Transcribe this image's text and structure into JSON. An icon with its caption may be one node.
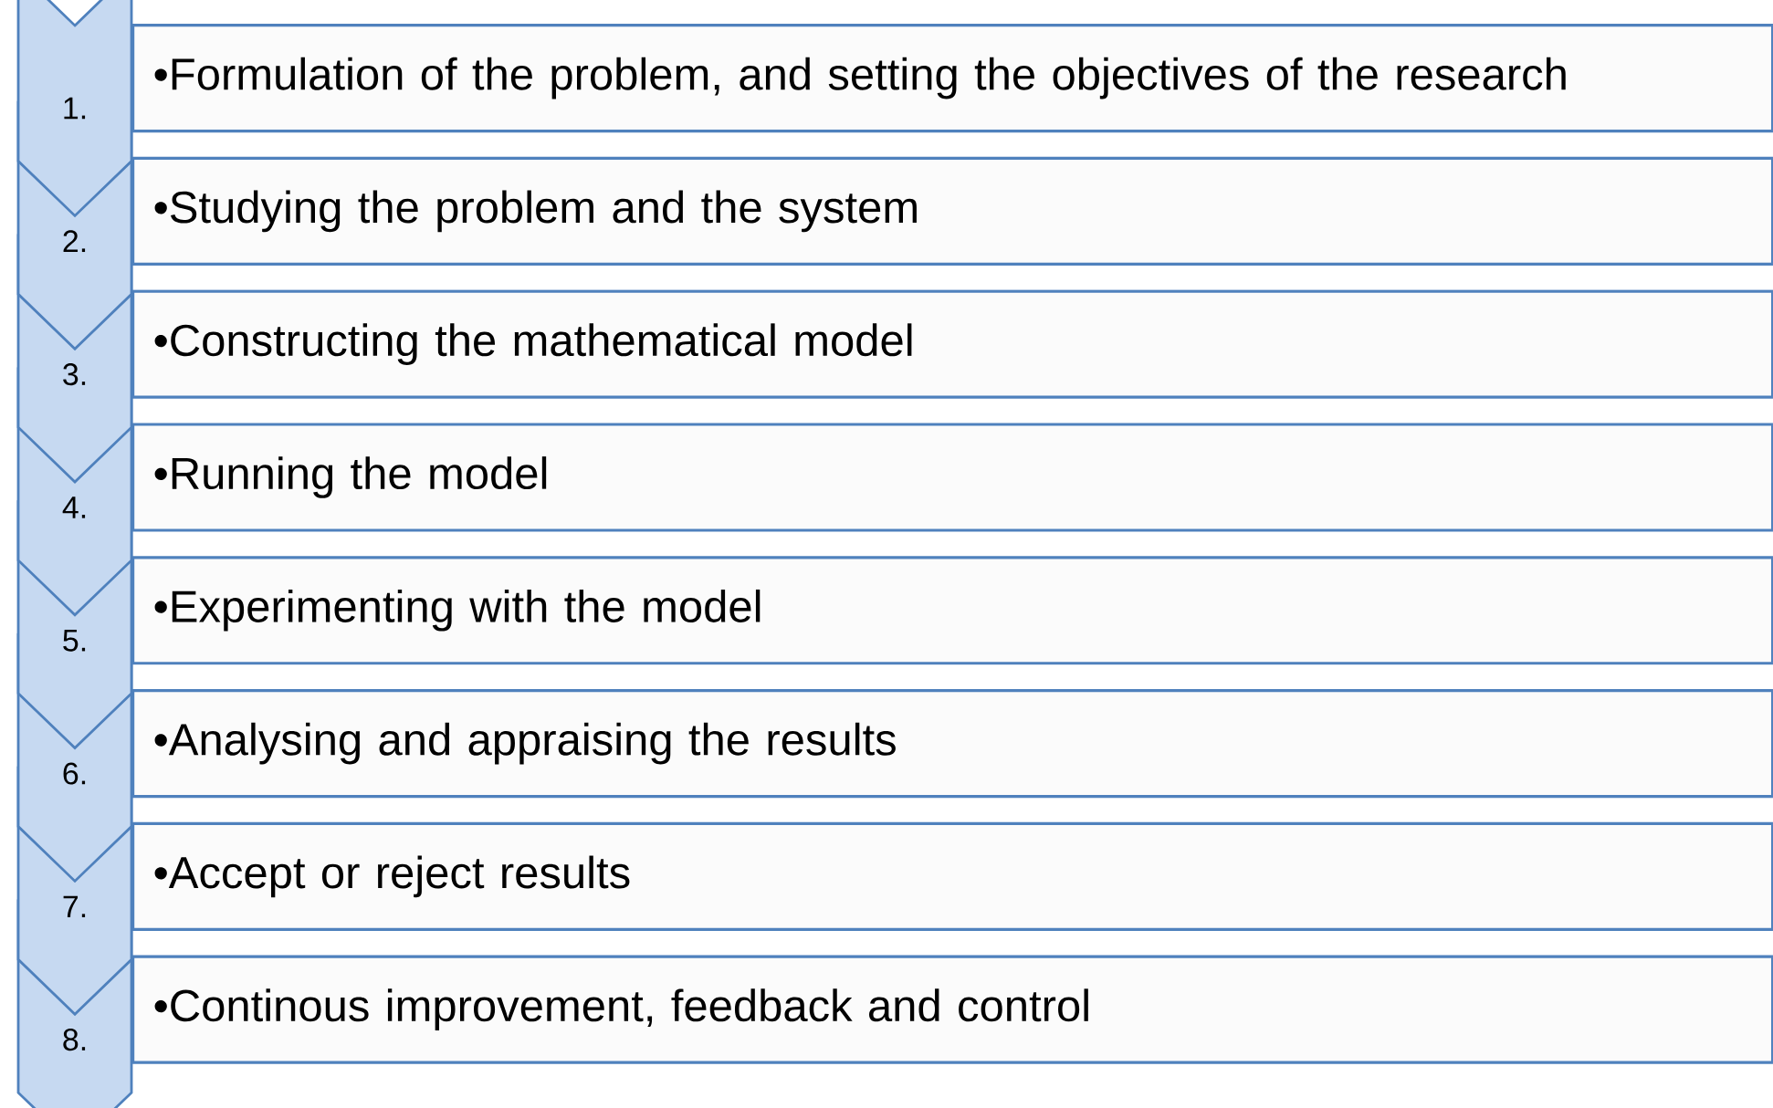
{
  "diagram": {
    "nodes": [
      {
        "text": [
          "1."
        ]
      },
      {
        "text": [
          "•Formulation of the problem, and setting the objectives of the research"
        ]
      },
      {
        "text": [
          "2."
        ]
      },
      {
        "text": [
          "•Studying the problem and the system"
        ]
      },
      {
        "text": [
          "3."
        ]
      },
      {
        "text": [
          "•Constructing the mathematical model"
        ]
      },
      {
        "text": [
          "4."
        ]
      },
      {
        "text": [
          "•Running the model"
        ]
      },
      {
        "text": [
          "5."
        ]
      },
      {
        "text": [
          "•Experimenting with the model"
        ]
      },
      {
        "text": [
          "6."
        ]
      },
      {
        "text": [
          "•Analysing and appraising the results"
        ]
      },
      {
        "text": [
          "7."
        ]
      },
      {
        "text": [
          "•Accept  or reject results"
        ]
      },
      {
        "text": [
          "8."
        ]
      },
      {
        "text": [
          "•Continous improvement, feedback and control"
        ]
      }
    ]
  }
}
